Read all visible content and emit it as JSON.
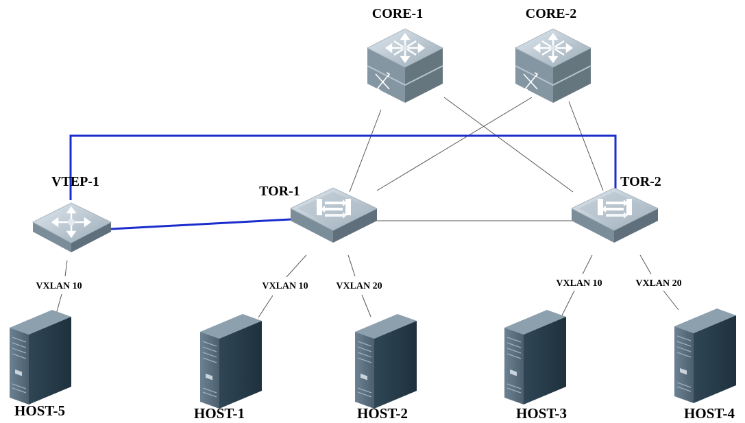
{
  "nodes": {
    "core1": {
      "label": "CORE-1",
      "type": "core-switch"
    },
    "core2": {
      "label": "CORE-2",
      "type": "core-switch"
    },
    "vtep1": {
      "label": "VTEP-1",
      "type": "router"
    },
    "tor1": {
      "label": "TOR-1",
      "type": "tor-switch"
    },
    "tor2": {
      "label": "TOR-2",
      "type": "tor-switch"
    },
    "host1": {
      "label": "HOST-1",
      "type": "server"
    },
    "host2": {
      "label": "HOST-2",
      "type": "server"
    },
    "host3": {
      "label": "HOST-3",
      "type": "server"
    },
    "host4": {
      "label": "HOST-4",
      "type": "server"
    },
    "host5": {
      "label": "HOST-5",
      "type": "server"
    }
  },
  "links": {
    "vtep1_host5": {
      "label": "VXLAN 10"
    },
    "tor1_host1": {
      "label": "VXLAN 10"
    },
    "tor1_host2": {
      "label": "VXLAN 20"
    },
    "tor2_host3": {
      "label": "VXLAN 10"
    },
    "tor2_host4": {
      "label": "VXLAN 20"
    }
  },
  "colors": {
    "highlight_link": "#1a2ccc",
    "link": "#555555",
    "device_top": "#c8d2dc",
    "device_side": "#7d8e9c",
    "server_dark": "#2b4150"
  }
}
